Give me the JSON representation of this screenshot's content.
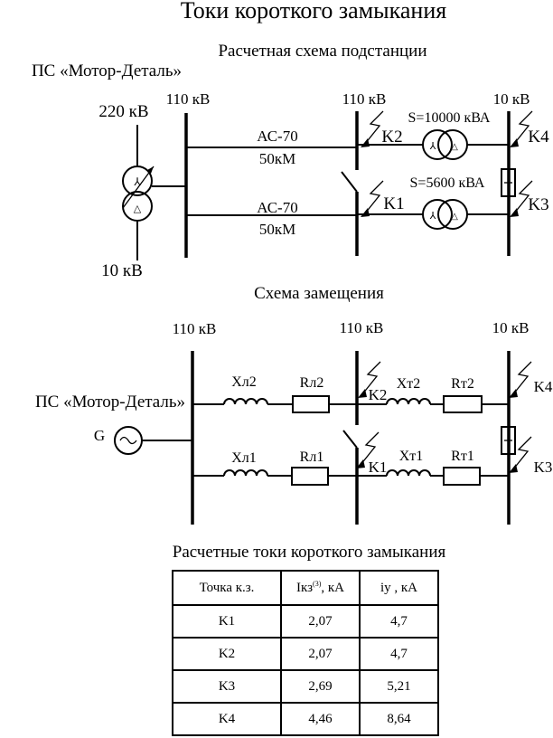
{
  "title": "Токи короткого замыкания",
  "scheme1": {
    "title": "Расчетная схема подстанции",
    "station": "ПС «Мотор-Деталь»",
    "v220": "220 кВ",
    "v10_left": "10 кВ",
    "bus1": "110 кВ",
    "bus2": "110 кВ",
    "bus3": "10 кВ",
    "line_top_type": "АС-70",
    "line_top_len": "50кМ",
    "line_bot_type": "АС-70",
    "line_bot_len": "50кМ",
    "tr_top": "S=10000 кВА",
    "tr_bot": "S=5600 кВА",
    "k1": "K1",
    "k2": "K2",
    "k3": "K3",
    "k4": "K4"
  },
  "scheme2": {
    "title": "Схема замещения",
    "station": "ПС «Мотор-Деталь»",
    "generator": "G",
    "bus1": "110 кВ",
    "bus2": "110 кВ",
    "bus3": "10 кВ",
    "xl2": "Хл2",
    "rl2": "Rл2",
    "xt2": "Хт2",
    "rt2": "Rт2",
    "xl1": "Хл1",
    "rl1": "Rл1",
    "xt1": "Хт1",
    "rt1": "Rт1",
    "k1": "K1",
    "k2": "K2",
    "k3": "K3",
    "k4": "K4"
  },
  "table": {
    "title": "Расчетные токи короткого замыкания",
    "headers": {
      "point": "Точка к.з.",
      "ikz_main": "Iкз",
      "ikz_sup": "(3)",
      "ikz_unit": ", кА",
      "iy": "iу , кА"
    },
    "rows": [
      {
        "point": "K1",
        "ikz": "2,07",
        "iy": "4,7"
      },
      {
        "point": "K2",
        "ikz": "2,07",
        "iy": "4,7"
      },
      {
        "point": "K3",
        "ikz": "2,69",
        "iy": "5,21"
      },
      {
        "point": "K4",
        "ikz": "4,46",
        "iy": "8,64"
      }
    ]
  }
}
